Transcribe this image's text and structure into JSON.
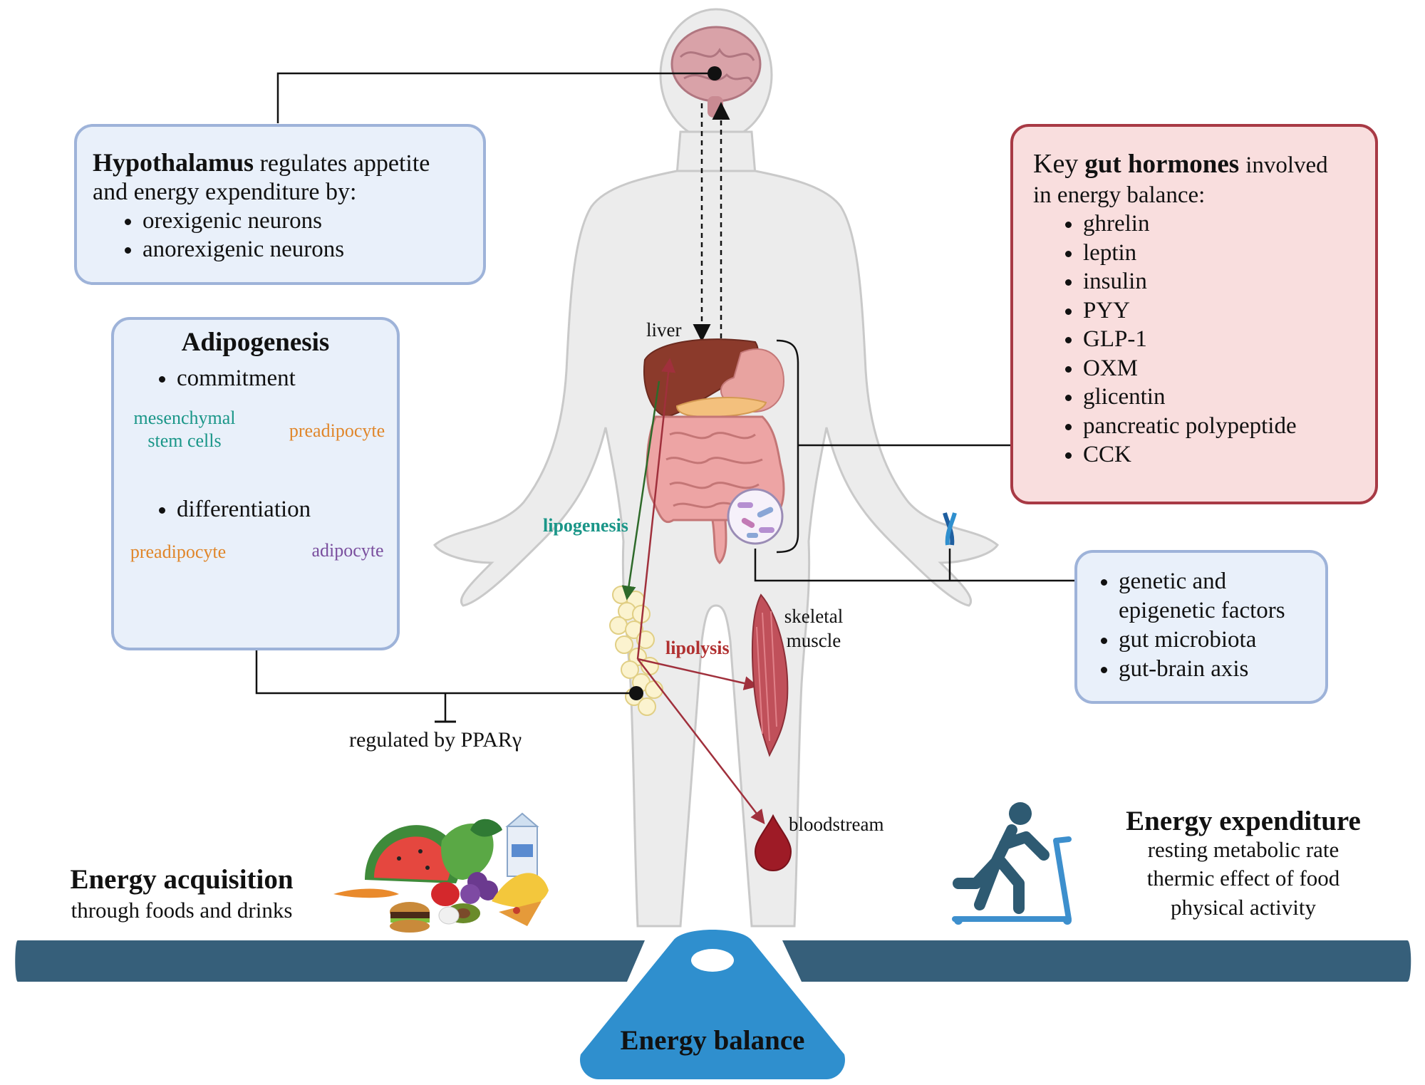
{
  "hypothalamus_box": {
    "title": "Hypothalamus",
    "text": "regulates appetite and energy expenditure by:",
    "items": [
      "orexigenic neurons",
      "anorexigenic neurons"
    ]
  },
  "adipogenesis_box": {
    "title": "Adipogenesis",
    "stage1": "commitment",
    "stage2": "differentiation",
    "msc_label": "mesenchymal stem cells",
    "preadipocyte_label": "preadipocyte",
    "adipocyte_label": "adipocyte"
  },
  "gut_box": {
    "prefix": "Key",
    "title": "gut hormones",
    "suffix": "involved",
    "line2": "in energy balance:",
    "items": [
      "ghrelin",
      "leptin",
      "insulin",
      "PYY",
      "GLP-1",
      "OXM",
      "glicentin",
      "pancreatic polypeptide",
      "CCK"
    ]
  },
  "factors_box": {
    "items": [
      "genetic and epigenetic factors",
      "gut microbiota",
      "gut-brain axis"
    ]
  },
  "body_labels": {
    "liver": "liver",
    "lipogenesis": "lipogenesis",
    "lipolysis": "lipolysis",
    "skeletal_muscle": "skeletal muscle",
    "bloodstream": "bloodstream",
    "pparg": "regulated by PPARγ"
  },
  "acquisition": {
    "title": "Energy acquisition",
    "subtitle": "through foods and drinks"
  },
  "expenditure": {
    "title": "Energy expenditure",
    "items": [
      "resting metabolic rate",
      "thermic effect of food",
      "physical activity"
    ]
  },
  "balance": {
    "label": "Energy balance"
  },
  "colors": {
    "blue_border": "#9eb3d9",
    "blue_fill": "#e9f0fa",
    "red_border": "#a83a45",
    "red_fill": "#f9dede",
    "teal_text": "#1a9688",
    "orange_text": "#e0862a",
    "purple_text": "#7a4f9e",
    "lipolysis_red": "#b03030",
    "lipogenesis_green": "#2e6a2a",
    "beam": "#365f7a",
    "fulcrum": "#2f8fce"
  }
}
